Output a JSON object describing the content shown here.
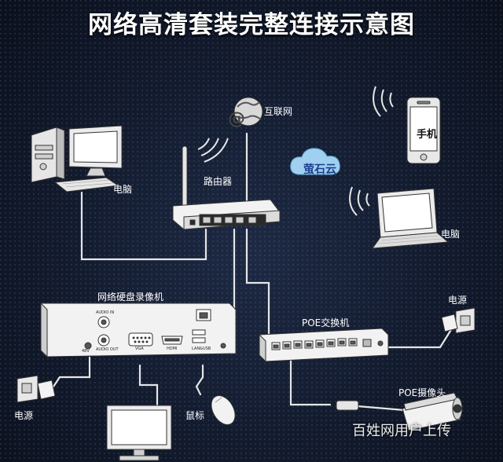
{
  "title": "网络高清套装完整连接示意图",
  "labels": {
    "internet": "互联网",
    "router": "路由器",
    "pc_left": "电脑",
    "pc_right": "电脑",
    "phone": "手机",
    "cloud": "萤石云",
    "nvr": "网络硬盘录像机",
    "poe_switch": "POE交换机",
    "power_right": "电源",
    "power_left": "电源",
    "mouse": "鼠标",
    "poe_camera": "POE摄像头"
  },
  "nvr_ports": {
    "audio_in": "AUDIO IN",
    "audio_out": "AUDIO OUT",
    "dc": "48V",
    "vga": "VGA",
    "hdmi": "HDMI",
    "lan": "LAN&USB"
  },
  "watermark": "百姓网用户上传",
  "colors": {
    "background": "#121a2c",
    "device": "#f2f2f2",
    "cable": "#e6e6e6",
    "cloud": "#9fd0f0"
  }
}
